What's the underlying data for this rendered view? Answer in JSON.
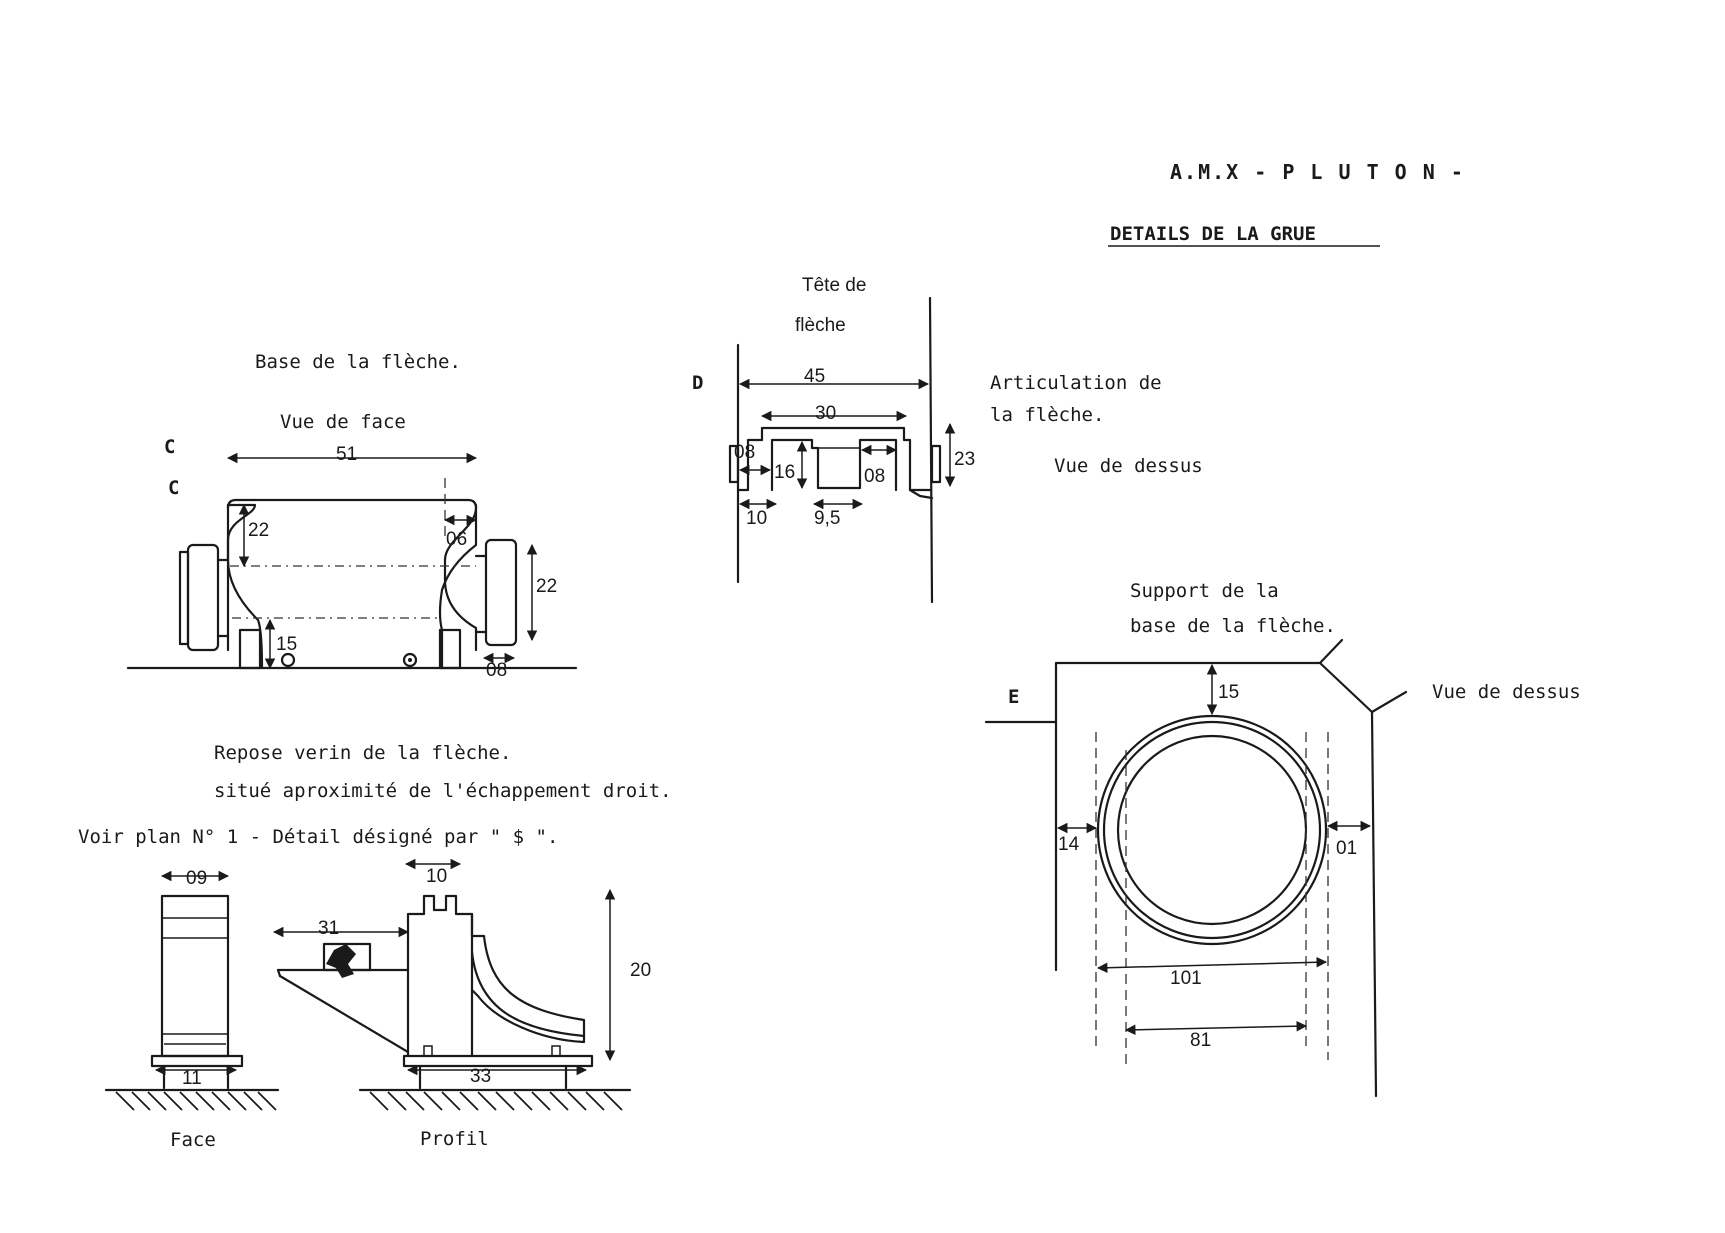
{
  "header": {
    "title": "A.M.X - P L U T O N -",
    "subtitle": "DETAILS DE LA GRUE"
  },
  "section_c": {
    "marker_1": "C",
    "marker_2": "C",
    "title": "Base de la flèche.",
    "view": "Vue de face",
    "dims": {
      "width": "51",
      "left_height": "22",
      "right_offset": "06",
      "wheel_height": "22",
      "post_height": "15",
      "post_width": "08"
    }
  },
  "section_d": {
    "marker": "D",
    "head_label_1": "Tête de",
    "head_label_2": "flèche",
    "title_1": "Articulation de",
    "title_2": "la flèche.",
    "view": "Vue de dessus",
    "dims": {
      "outer": "45",
      "inner": "30",
      "left_tab": "08",
      "depth": "16",
      "right_tab": "08",
      "side": "23",
      "left_gap": "10",
      "center_gap": "9,5"
    }
  },
  "section_e": {
    "marker": "E",
    "title_1": "Support de la",
    "title_2": "base de la flèche.",
    "view": "Vue de dessus",
    "dims": {
      "top": "15",
      "left": "14",
      "right": "01",
      "outer_diameter": "101",
      "inner_diameter": "81"
    }
  },
  "section_repose": {
    "line_1": "Repose verin de la flèche.",
    "line_2": "situé aproximité de l'échappement droit.",
    "line_3": "Voir plan N° 1 - Détail désigné par \" $ \".",
    "face_label": "Face",
    "profil_label": "Profil",
    "dims": {
      "face_top": "09",
      "face_base": "11",
      "profil_top": "10",
      "profil_arm": "31",
      "profil_height": "20",
      "profil_base": "33"
    }
  }
}
